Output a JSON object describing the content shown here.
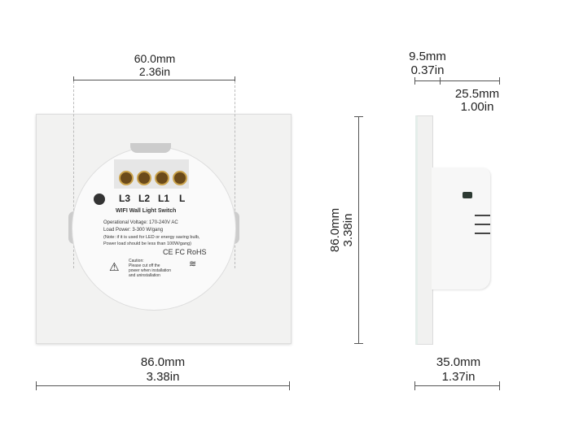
{
  "front_view": {
    "top_dimension": {
      "mm": "60.0mm",
      "in": "2.36in"
    },
    "bottom_dimension": {
      "mm": "86.0mm",
      "in": "3.38in"
    },
    "module": {
      "terminals": [
        "L3",
        "L2",
        "L1",
        "L"
      ],
      "title": "WIFI Wall Light Switch",
      "specs": [
        "Operational Voltage: 170-240V AC",
        "Load Power: 3-300 W/gang",
        "(Note: if it is used for LED or energy saving bulb,",
        "Power load should be less than 100W/gang)"
      ],
      "certifications": "CE FC RoHS",
      "caution_title": "Caution:",
      "caution_lines": [
        "Please cut off the",
        "power when installation",
        "and uninstallation"
      ]
    }
  },
  "height_dimension": {
    "mm": "86.0mm",
    "in": "3.38in"
  },
  "side_view": {
    "plate_depth": {
      "mm": "9.5mm",
      "in": "0.37in"
    },
    "body_depth": {
      "mm": "25.5mm",
      "in": "1.00in"
    },
    "total_depth": {
      "mm": "35.0mm",
      "in": "1.37in"
    }
  }
}
